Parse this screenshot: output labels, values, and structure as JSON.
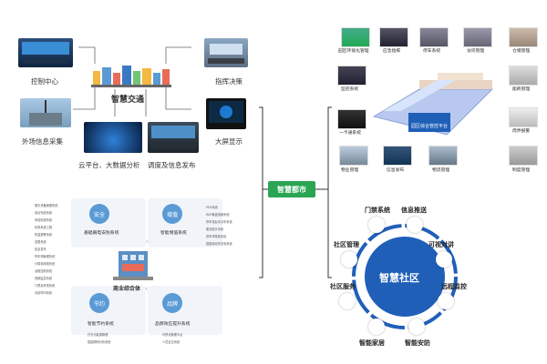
{
  "hub": {
    "label": "智慧都市"
  },
  "transport": {
    "center_label": "智慧交通",
    "items": [
      {
        "label": "控制中心"
      },
      {
        "label": "指挥决策"
      },
      {
        "label": "外场信息采集"
      },
      {
        "label": "大屏显示"
      },
      {
        "label": "云平台、大数据分析"
      },
      {
        "label": "调度及信息发布"
      }
    ]
  },
  "commerce": {
    "center_label": "商业综合体",
    "quadrants": [
      {
        "icon_label": "安全",
        "title": "基础弱电安防系统",
        "lines": [
          "楼宇设备管理系统",
          "综合布线系统",
          "有线电视系统",
          "机房系统工程",
          "防盗报警系统",
          "巡更系统",
          "信息发布",
          "停车场管理系统",
          "计算机网络系统",
          "远程控制系统",
          "视频监控系统",
          "门禁及考勤系统",
          "对讲呼叫系统"
        ]
      },
      {
        "icon_label": "增值",
        "title": "智能增值系统",
        "lines": [
          "POS系统",
          "WiFi覆盖营销系统",
          "停车场反向寻车系统",
          "客流统计系统",
          "停车场导航系统",
          "智能电动车充电系统"
        ]
      },
      {
        "icon_label": "节约",
        "title": "智能节约系统",
        "lines": [
          "灯光与能源管理",
          "智能照明分析系统"
        ]
      },
      {
        "icon_label": "品牌",
        "title": "品牌效应提升系统",
        "lines": [
          "可视化管理平台",
          "人员定位系统"
        ]
      }
    ]
  },
  "park": {
    "platform_label": "园区综合管控平台",
    "items": [
      {
        "label": "园区环境化管理"
      },
      {
        "label": "应急指挥"
      },
      {
        "label": "停车系统"
      },
      {
        "label": "访问管理"
      },
      {
        "label": "仓储管理"
      },
      {
        "label": "监控系统"
      },
      {
        "label": "能耗管理"
      },
      {
        "label": "一卡通系统"
      },
      {
        "label": "周界报警"
      },
      {
        "label": "物业管理"
      },
      {
        "label": "信息发布"
      },
      {
        "label": "物流管理"
      },
      {
        "label": "制度管理"
      }
    ]
  },
  "community": {
    "center_label": "智慧社区",
    "items": [
      {
        "label": "门禁系统"
      },
      {
        "label": "信息推送"
      },
      {
        "label": "社区管理"
      },
      {
        "label": "可视对讲"
      },
      {
        "label": "社区服务"
      },
      {
        "label": "远程监控"
      },
      {
        "label": "智能家居"
      },
      {
        "label": "智能安防"
      }
    ]
  },
  "colors": {
    "hub": "#2aa553",
    "ring": "#1f5fb8",
    "accent_blue": "#5a9bd5"
  }
}
